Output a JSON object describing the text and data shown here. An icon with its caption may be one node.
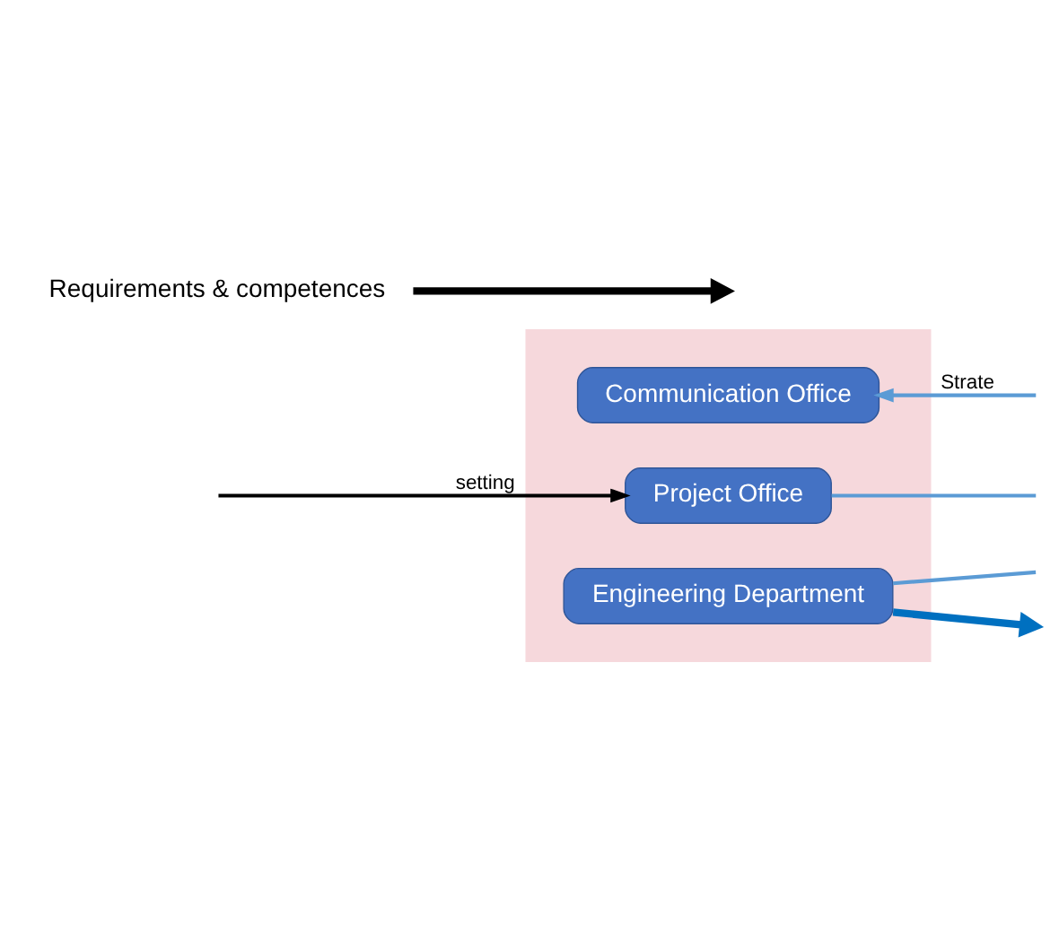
{
  "diagram": {
    "nodes": [
      {
        "text": [],
        "shape": "box"
      },
      {
        "text": [
          "Communication Office"
        ],
        "in": 0
      },
      {
        "text": [
          "Project Office"
        ],
        "in": 0
      },
      {
        "text": [
          "Engineering Department"
        ],
        "in": 0
      },
      {
        "text": [
          "Requirements & competences"
        ]
      }
    ],
    "edges": [
      {
        "from": 3,
        "to": null,
        "arrow": "none",
        "color": "#5b9bd5"
      },
      {
        "from": 4,
        "to": null,
        "arrow": "to",
        "style": "thick",
        "color": "#000000"
      },
      {
        "from": null,
        "to": 1,
        "arrow": "to",
        "label": "Strate",
        "color": "#5b9bd5"
      },
      {
        "from": null,
        "to": 2,
        "arrow": "to",
        "label": "setting",
        "color": "#000000"
      },
      {
        "from": 2,
        "to": null,
        "arrow": "none",
        "color": "#5b9bd5"
      },
      {
        "from": 3,
        "to": null,
        "arrow": "to",
        "style": "thick",
        "color": "#0070c0"
      }
    ]
  }
}
